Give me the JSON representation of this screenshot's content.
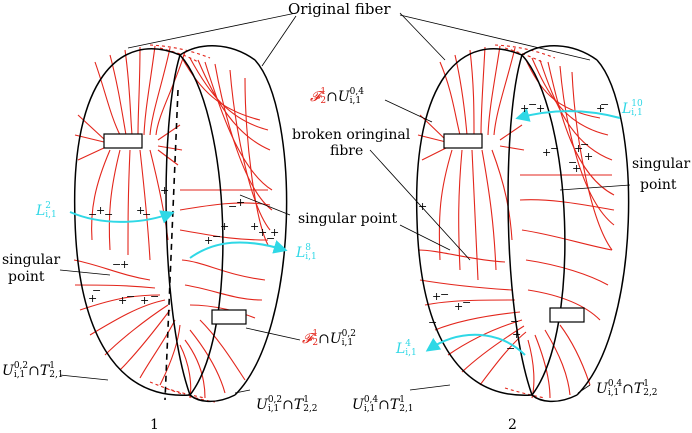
{
  "labels": {
    "original_fiber": "Original fiber",
    "broken_fibre_line1": "broken oringinal",
    "broken_fibre_line2": "fibre",
    "singular_point_middle": "singular point",
    "singular_point_left_line1": "singular",
    "singular_point_left_line2": "point",
    "singular_point_right_line1": "singular",
    "singular_point_right_line2": "point",
    "panel1": "1",
    "panel2": "2"
  },
  "math_labels": {
    "F21_U_i1_04": {
      "F": "𝓕",
      "F_sub": "2",
      "F_sup": "1",
      "cap": "∩",
      "U": "U",
      "U_sup": "0,4",
      "U_sub": "i,1"
    },
    "F21_U_i1_02": {
      "F": "𝓕",
      "F_sub": "2",
      "F_sup": "1",
      "cap": "∩",
      "U": "U",
      "U_sup": "0,2",
      "U_sub": "i,1"
    },
    "L_i1_2": {
      "L": "L",
      "sup": "2",
      "sub": "i,1"
    },
    "L_i1_8": {
      "L": "L",
      "sup": "8",
      "sub": "i,1"
    },
    "L_i1_10": {
      "L": "L",
      "sup": "10",
      "sub": "i,1"
    },
    "L_i1_4": {
      "L": "L",
      "sup": "4",
      "sub": "i,1"
    },
    "U02_T21": {
      "U": "U",
      "U_sup": "0,2",
      "U_sub": "i,1",
      "cap": "∩",
      "T": "T",
      "T_sup": "1",
      "T_sub": "2,1"
    },
    "U02_T22": {
      "U": "U",
      "U_sup": "0,2",
      "U_sub": "i,1",
      "cap": "∩",
      "T": "T",
      "T_sup": "1",
      "T_sub": "2,2"
    },
    "U04_T21": {
      "U": "U",
      "U_sup": "0,4",
      "U_sub": "i,1",
      "cap": "∩",
      "T": "T",
      "T_sup": "1",
      "T_sub": "2,1"
    },
    "U04_T22": {
      "U": "U",
      "U_sup": "0,4",
      "U_sub": "i,1",
      "cap": "∩",
      "T": "T",
      "T_sup": "1",
      "T_sub": "2,2"
    }
  },
  "signs": {
    "plus": "+",
    "minus": "−"
  },
  "colors": {
    "fiber": "#e3261c",
    "leaf": "#2fd8e6",
    "outline": "#000000"
  }
}
